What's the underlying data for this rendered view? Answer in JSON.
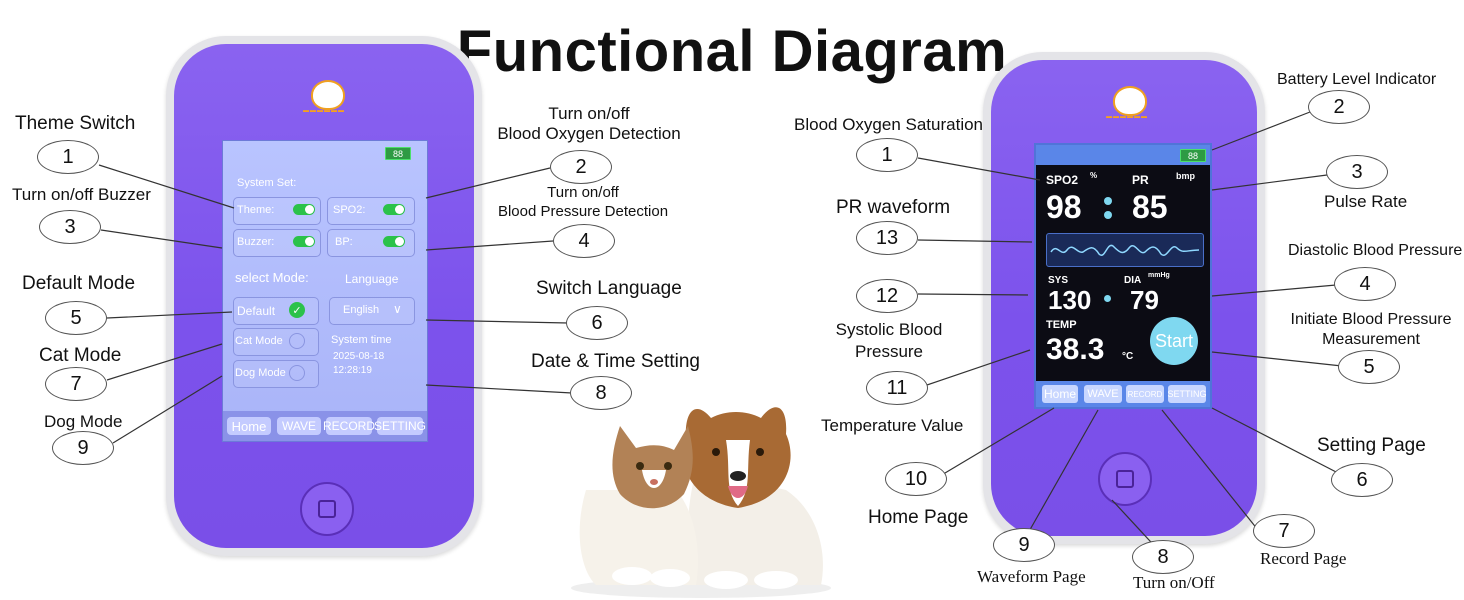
{
  "title": "Functional Diagram",
  "left_device": {
    "battery": "88",
    "system_set": "System Set:",
    "theme": "Theme:",
    "spo2": "SPO2:",
    "buzzer": "Buzzer:",
    "bp": "BP:",
    "select_mode": "select Mode:",
    "language_label": "Language",
    "mode_default": "Default",
    "mode_cat": "Cat Mode",
    "mode_dog": "Dog Mode",
    "language_value": "English",
    "system_time": "System time",
    "date": "2025-08-18",
    "time": "12:28:19",
    "nav": [
      "Home",
      "WAVE",
      "RECORD",
      "SETTING"
    ]
  },
  "right_device": {
    "battery": "88",
    "spo2_label": "SPO2",
    "spo2_unit": "%",
    "pr_label": "PR",
    "pr_unit": "bmp",
    "spo2_value": "98",
    "pr_value": "85",
    "sys_label": "SYS",
    "dia_label": "DIA",
    "mmhg": "mmHg",
    "sys_value": "130",
    "dia_value": "79",
    "temp_label": "TEMP",
    "temp_value": "38.3",
    "temp_unit": "°C",
    "start": "Start",
    "nav": [
      "Home",
      "WAVE",
      "RECORD",
      "SETTING"
    ]
  },
  "left_callouts": {
    "theme_switch": "Theme Switch",
    "buzzer": "Turn on/off Buzzer",
    "default_mode": "Default Mode",
    "cat_mode": "Cat Mode",
    "dog_mode": "Dog Mode",
    "oxygen_l1": "Turn on/off",
    "oxygen_l2": "Blood Oxygen Detection",
    "pressure_l1": "Turn on/off",
    "pressure_l2": "Blood Pressure Detection",
    "switch_language": "Switch Language",
    "date_time": "Date & Time Setting"
  },
  "right_callouts": {
    "oxygen_saturation": "Blood Oxygen Saturation",
    "pr_waveform": "PR waveform",
    "systolic_l1": "Systolic Blood",
    "systolic_l2": "Pressure",
    "temperature": "Temperature Value",
    "home_page": "Home Page",
    "waveform_page": "Waveform Page",
    "turn_on_off": "Turn on/Off",
    "record_page": "Record Page",
    "setting_page": "Setting Page",
    "battery": "Battery Level Indicator",
    "pulse_rate": "Pulse Rate",
    "diastolic": "Diastolic Blood Pressure",
    "initiate_l1": "Initiate Blood Pressure",
    "initiate_l2": "Measurement"
  },
  "numbers": {
    "l1": "1",
    "l2": "2",
    "l3": "3",
    "l4": "4",
    "l5": "5",
    "l6": "6",
    "l7": "7",
    "l8": "8",
    "l9": "9",
    "r1": "1",
    "r2": "2",
    "r3": "3",
    "r4": "4",
    "r5": "5",
    "r6": "6",
    "r7": "7",
    "r8": "8",
    "r9": "9",
    "r10": "10",
    "r11": "11",
    "r12": "12",
    "r13": "13"
  },
  "colors": {
    "device_purple": "#7c52ec",
    "left_screen": "#b0bbfb",
    "right_screen": "#0c0c14",
    "toggle_on": "#2bc24a",
    "start_button": "#7fd8f0"
  }
}
